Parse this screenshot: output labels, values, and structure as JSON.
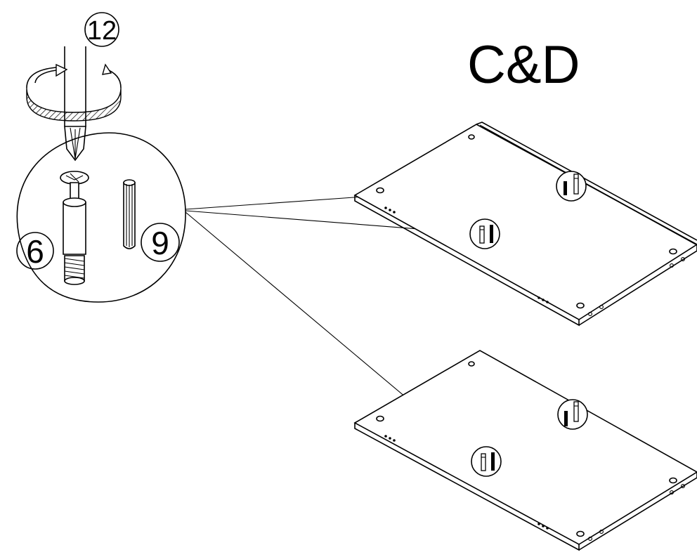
{
  "title": "C&D",
  "parts": {
    "screwdriver": "12",
    "cam_bolt": "6",
    "dowel": "9"
  }
}
